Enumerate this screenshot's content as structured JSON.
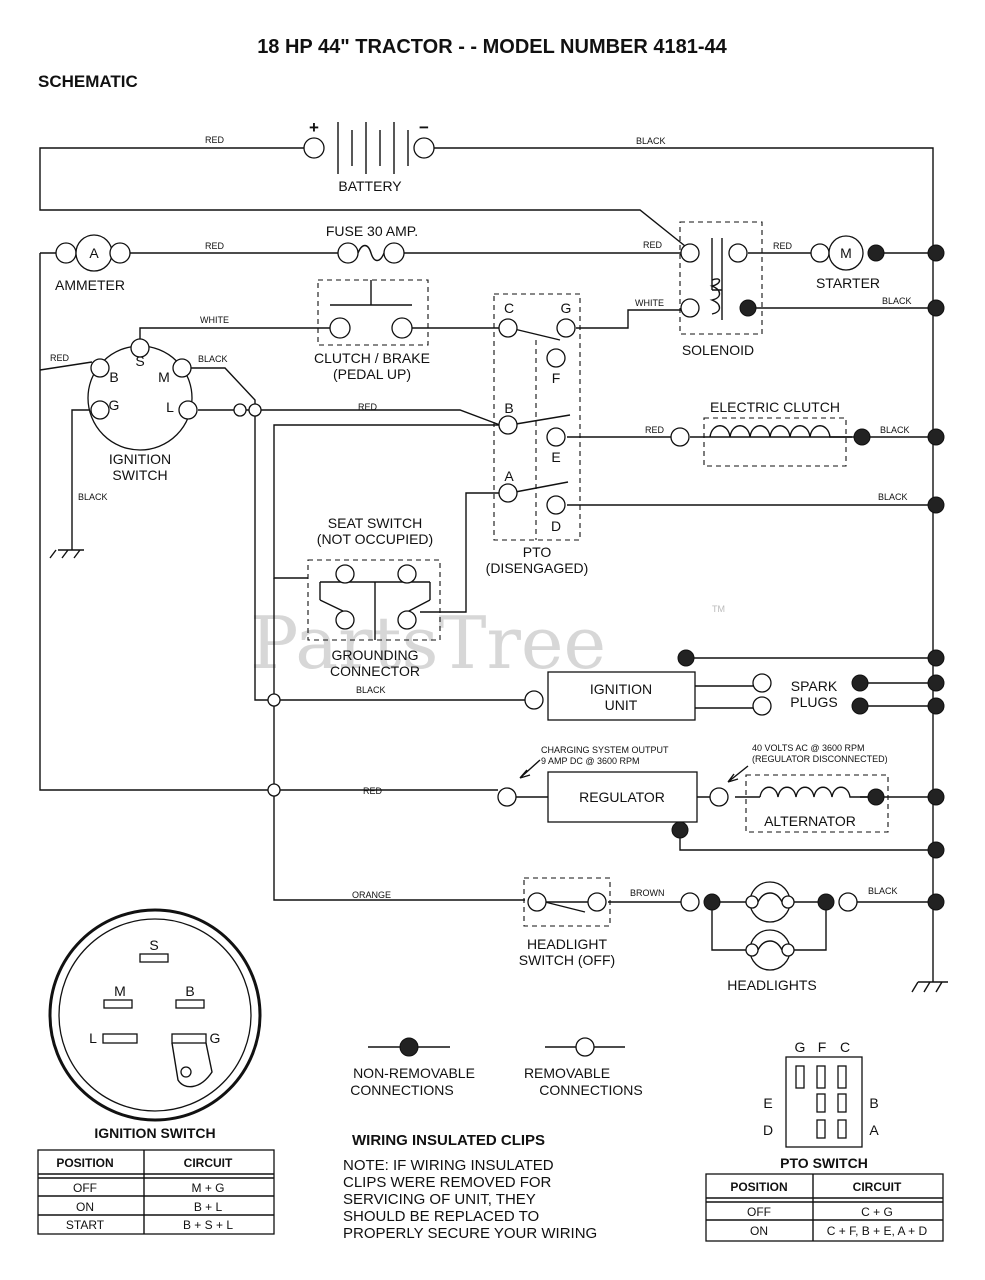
{
  "title": "18 HP 44\" TRACTOR - - MODEL NUMBER 4181-44",
  "subtitle": "SCHEMATIC",
  "watermark": "PartsTree",
  "watermark_tm": "TM",
  "components": {
    "battery": "BATTERY",
    "battery_plus": "+",
    "battery_minus": "−",
    "fuse": "FUSE 30 AMP.",
    "ammeter": "AMMETER",
    "ammeter_symbol": "A",
    "starter": "STARTER",
    "starter_symbol": "M",
    "solenoid": "SOLENOID",
    "clutch_brake_1": "CLUTCH / BRAKE",
    "clutch_brake_2": "(PEDAL UP)",
    "ignition_switch_1": "IGNITION",
    "ignition_switch_2": "SWITCH",
    "electric_clutch": "ELECTRIC CLUTCH",
    "seat_switch_1": "SEAT SWITCH",
    "seat_switch_2": "(NOT OCCUPIED)",
    "grounding_1": "GROUNDING",
    "grounding_2": "CONNECTOR",
    "pto_1": "PTO",
    "pto_2": "(DISENGAGED)",
    "ignition_unit_1": "IGNITION",
    "ignition_unit_2": "UNIT",
    "spark_plugs_1": "SPARK",
    "spark_plugs_2": "PLUGS",
    "regulator": "REGULATOR",
    "alternator": "ALTERNATOR",
    "charging_note_1": "CHARGING SYSTEM OUTPUT",
    "charging_note_2": "9 AMP DC @ 3600 RPM",
    "volts_note_1": "40 VOLTS AC @ 3600 RPM",
    "volts_note_2": "(REGULATOR DISCONNECTED)",
    "headlight_switch_1": "HEADLIGHT",
    "headlight_switch_2": "SWITCH (OFF)",
    "headlights": "HEADLIGHTS"
  },
  "terminals": {
    "S": "S",
    "B": "B",
    "M": "M",
    "G": "G",
    "L": "L",
    "C": "C",
    "F": "F",
    "E": "E",
    "A": "A",
    "D": "D"
  },
  "wires": {
    "red": "RED",
    "black": "BLACK",
    "white": "WHITE",
    "orange": "ORANGE",
    "brown": "BROWN"
  },
  "legend": {
    "non_removable_1": "NON-REMOVABLE",
    "non_removable_2": "CONNECTIONS",
    "removable_1": "REMOVABLE",
    "removable_2": "CONNECTIONS"
  },
  "ignition_switch_table": {
    "title": "IGNITION SWITCH",
    "headers": [
      "POSITION",
      "CIRCUIT"
    ],
    "rows": [
      [
        "OFF",
        "M + G"
      ],
      [
        "ON",
        "B + L"
      ],
      [
        "START",
        "B + S + L"
      ]
    ]
  },
  "pto_switch_table": {
    "title": "PTO SWITCH",
    "headers": [
      "POSITION",
      "CIRCUIT"
    ],
    "rows": [
      [
        "OFF",
        "C + G"
      ],
      [
        "ON",
        "C + F, B + E, A + D"
      ]
    ]
  },
  "clips_note": {
    "heading": "WIRING INSULATED CLIPS",
    "lines": [
      "NOTE: IF WIRING INSULATED",
      "CLIPS WERE REMOVED FOR",
      "SERVICING OF UNIT, THEY",
      "SHOULD BE REPLACED TO",
      "PROPERLY SECURE YOUR WIRING"
    ]
  }
}
